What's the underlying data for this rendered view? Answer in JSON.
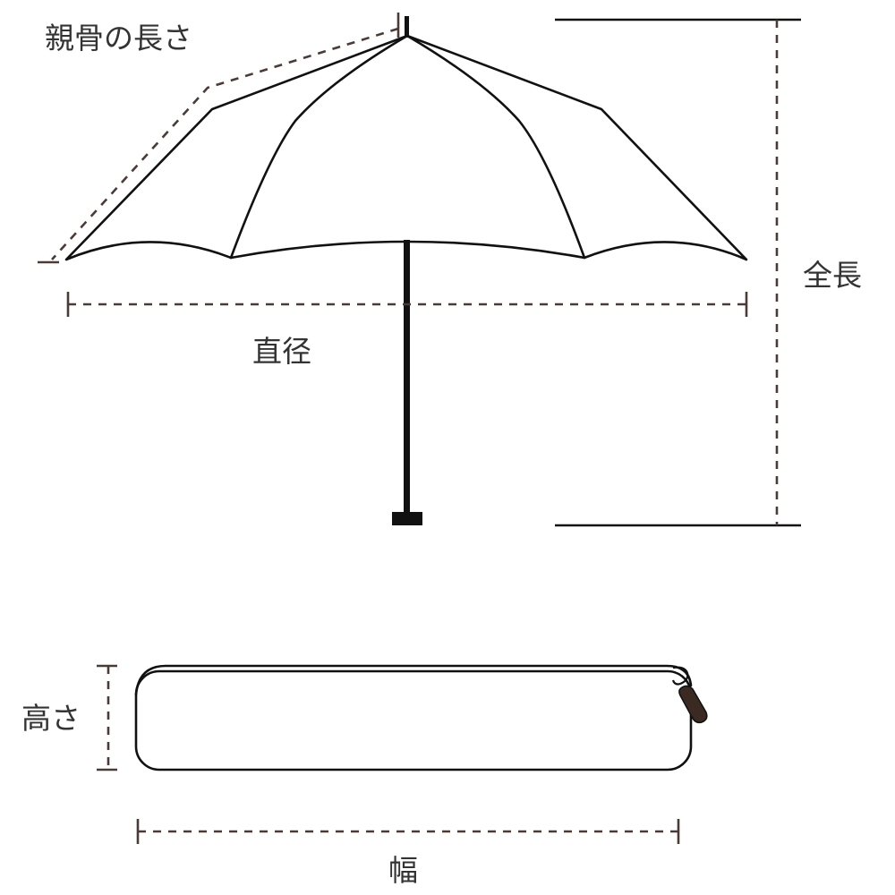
{
  "labels": {
    "rib_length": "親骨の長さ",
    "diameter": "直径",
    "total_length": "全長",
    "height": "高さ",
    "width": "幅"
  },
  "colors": {
    "outline": "#111111",
    "dimension_line": "#4a3b36",
    "text": "#333333",
    "zipper_pull": "#3a2a22"
  }
}
